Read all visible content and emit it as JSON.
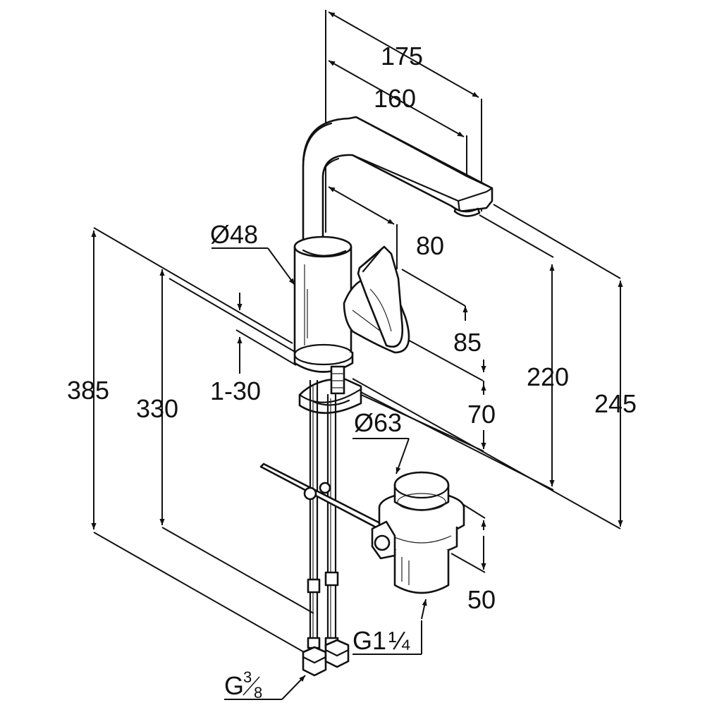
{
  "dimensions": {
    "d175": "175",
    "d160": "160",
    "d80": "80",
    "d48": "Ø48",
    "d85": "85",
    "d70": "70",
    "d220": "220",
    "d245": "245",
    "d385": "385",
    "d330": "330",
    "d1_30": "1-30",
    "d63": "Ø63",
    "d50": "50",
    "g114_main": "G1",
    "g114_frac": "¼",
    "g38_main": "G",
    "g38_frac_num": "3",
    "g38_frac_den": "8"
  },
  "colors": {
    "line": "#111111",
    "background": "#ffffff"
  }
}
